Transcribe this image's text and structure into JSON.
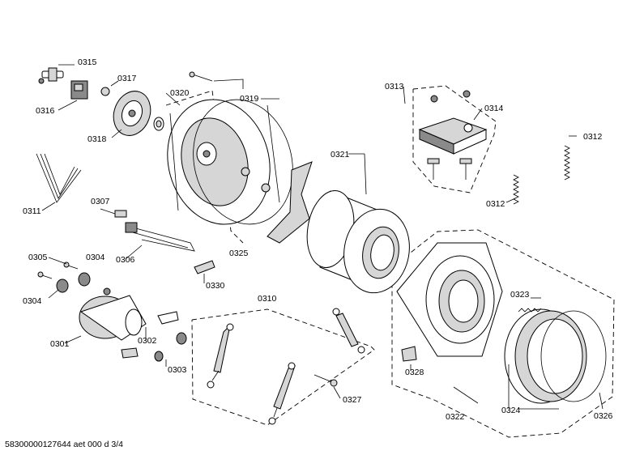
{
  "diagram": {
    "labels": {
      "p0315": "0315",
      "p0316": "0316",
      "p0317": "0317",
      "p0318": "0318",
      "p0320": "0320",
      "p0319": "0319",
      "p0321": "0321",
      "p0313": "0313",
      "p0314": "0314",
      "p0312a": "0312",
      "p0312b": "0312",
      "p0311": "0311",
      "p0307": "0307",
      "p0306": "0306",
      "p0325": "0325",
      "p0305": "0305",
      "p0304a": "0304",
      "p0304b": "0304",
      "p0330": "0330",
      "p0301": "0301",
      "p0302": "0302",
      "p0303": "0303",
      "p0310": "0310",
      "p0323": "0323",
      "p0328": "0328",
      "p0327": "0327",
      "p0322": "0322",
      "p0324": "0324",
      "p0326": "0326"
    },
    "footer": "58300000127644 aet 000 d 3/4"
  }
}
